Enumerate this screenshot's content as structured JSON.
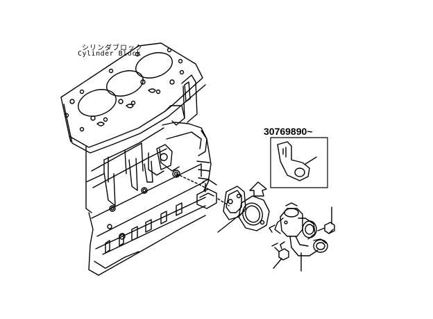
{
  "labels": {
    "cylinder_block_jp": "シリンダブロック",
    "cylinder_block_en": "Cylinder Block",
    "serial_range": "30769890~"
  },
  "colors": {
    "line": "#000000",
    "background": "#ffffff"
  }
}
